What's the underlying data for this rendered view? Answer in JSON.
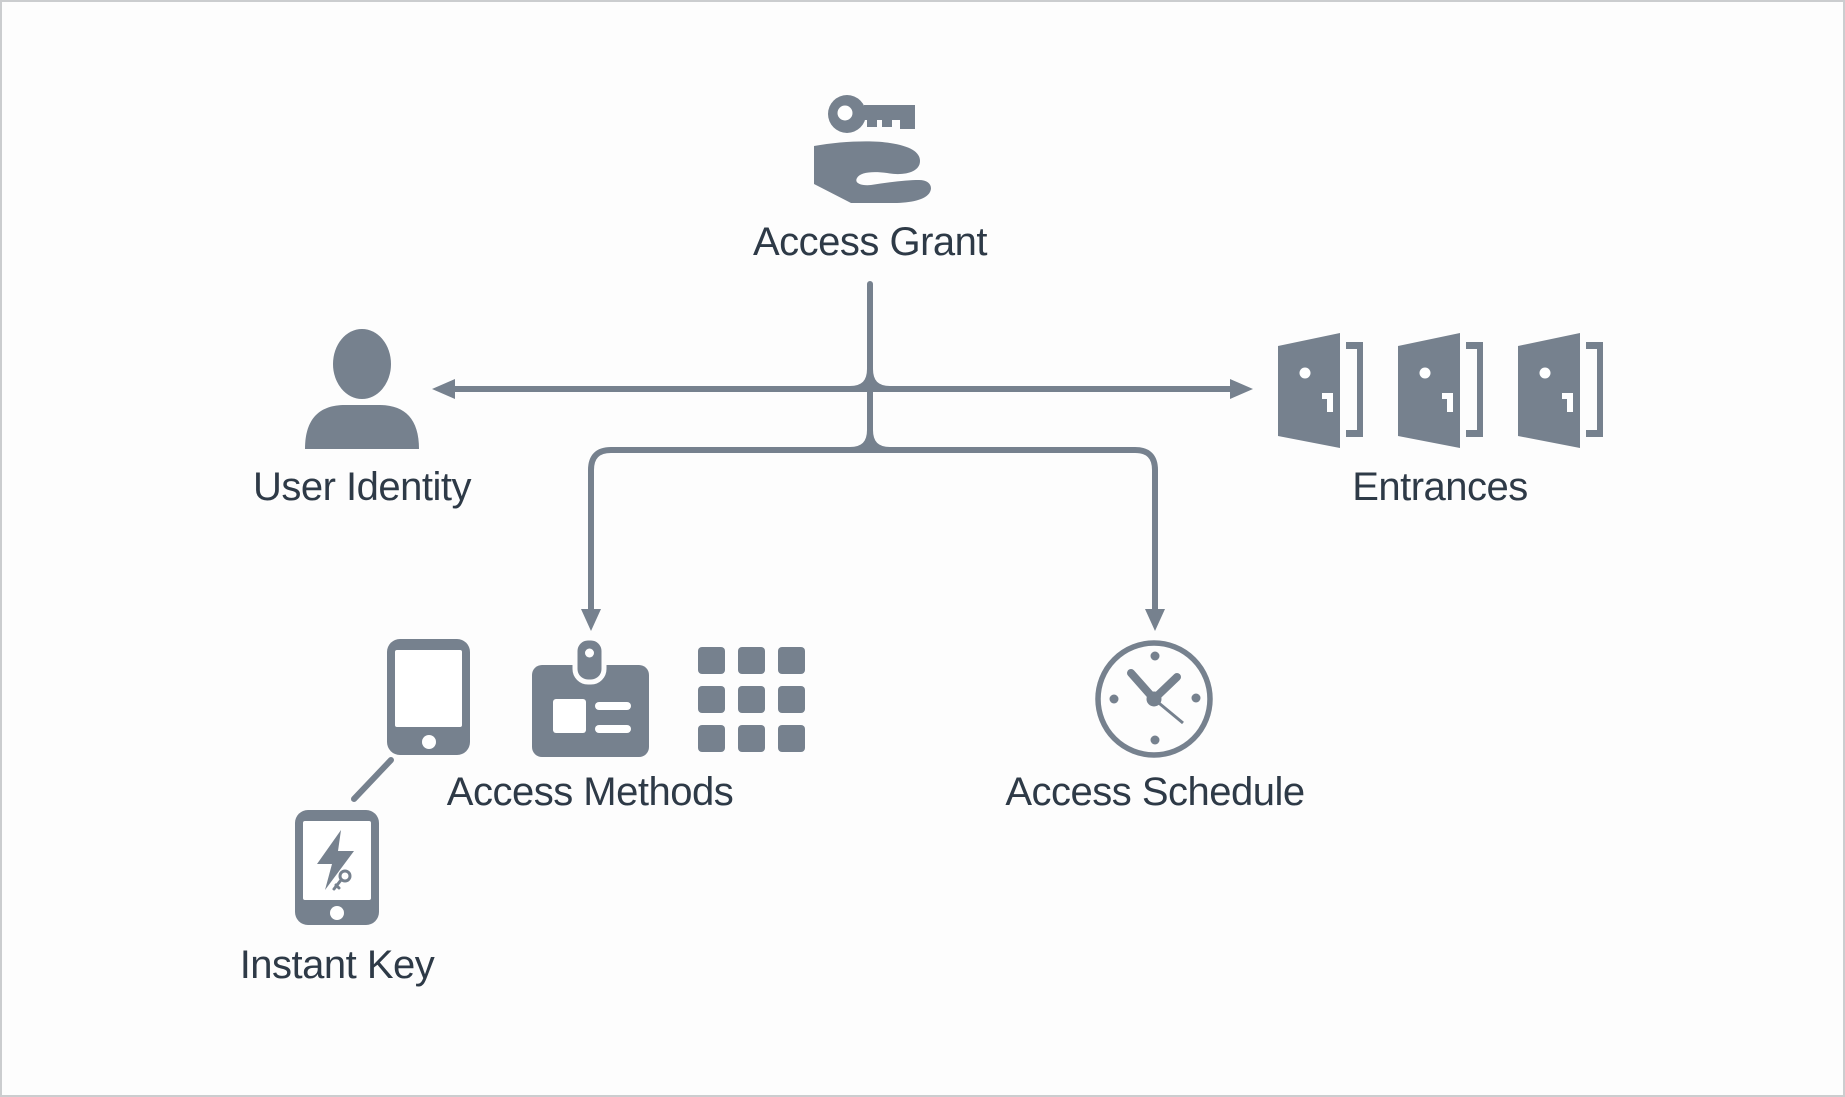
{
  "colors": {
    "icon": "#76818e",
    "line": "#76818e",
    "text": "#2e3a47",
    "background": "#fdfdfd",
    "page_border": "#cbcdcf"
  },
  "diagram": {
    "nodes": [
      {
        "id": "access_grant",
        "label": "Access Grant",
        "icons": [
          "hand-holding-key-icon"
        ]
      },
      {
        "id": "user_identity",
        "label": "User Identity",
        "icons": [
          "person-icon"
        ]
      },
      {
        "id": "entrances",
        "label": "Entrances",
        "icons": [
          "door-icon",
          "door-icon",
          "door-icon"
        ]
      },
      {
        "id": "access_methods",
        "label": "Access Methods",
        "icons": [
          "tablet-icon",
          "id-badge-icon",
          "keypad-icon"
        ]
      },
      {
        "id": "access_schedule",
        "label": "Access Schedule",
        "icons": [
          "clock-icon"
        ]
      },
      {
        "id": "instant_key",
        "label": "Instant Key",
        "icons": [
          "phone-lightning-key-icon"
        ]
      }
    ],
    "edges": [
      {
        "from": "access_grant",
        "to": "user_identity",
        "type": "arrow"
      },
      {
        "from": "access_grant",
        "to": "entrances",
        "type": "arrow"
      },
      {
        "from": "access_grant",
        "to": "access_methods",
        "type": "arrow"
      },
      {
        "from": "access_grant",
        "to": "access_schedule",
        "type": "arrow"
      },
      {
        "from": "instant_key",
        "to": "access_methods",
        "type": "line"
      }
    ]
  }
}
